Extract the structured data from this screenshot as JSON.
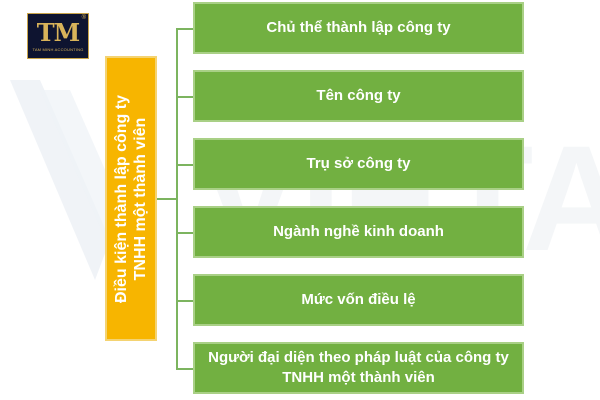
{
  "logo": {
    "mark": "TM",
    "subtitle": "TAM MINH ACCOUNTING",
    "registered": "®"
  },
  "watermark": "VIETAN LAW",
  "root": {
    "line1": "Điều kiện thành lập công ty",
    "line2": "TNHH một thành viên"
  },
  "items": [
    {
      "label": "Chủ thể thành lập công ty"
    },
    {
      "label": "Tên công ty"
    },
    {
      "label": "Trụ sở công ty"
    },
    {
      "label": "Ngành nghề kinh doanh"
    },
    {
      "label": "Mức vốn điều lệ"
    },
    {
      "label": "Người đại diện theo pháp luật của công ty TNHH một thành viên"
    }
  ],
  "colors": {
    "box_fill": "#72b041",
    "root_fill": "#f7b500",
    "connector": "#7cb45f"
  }
}
